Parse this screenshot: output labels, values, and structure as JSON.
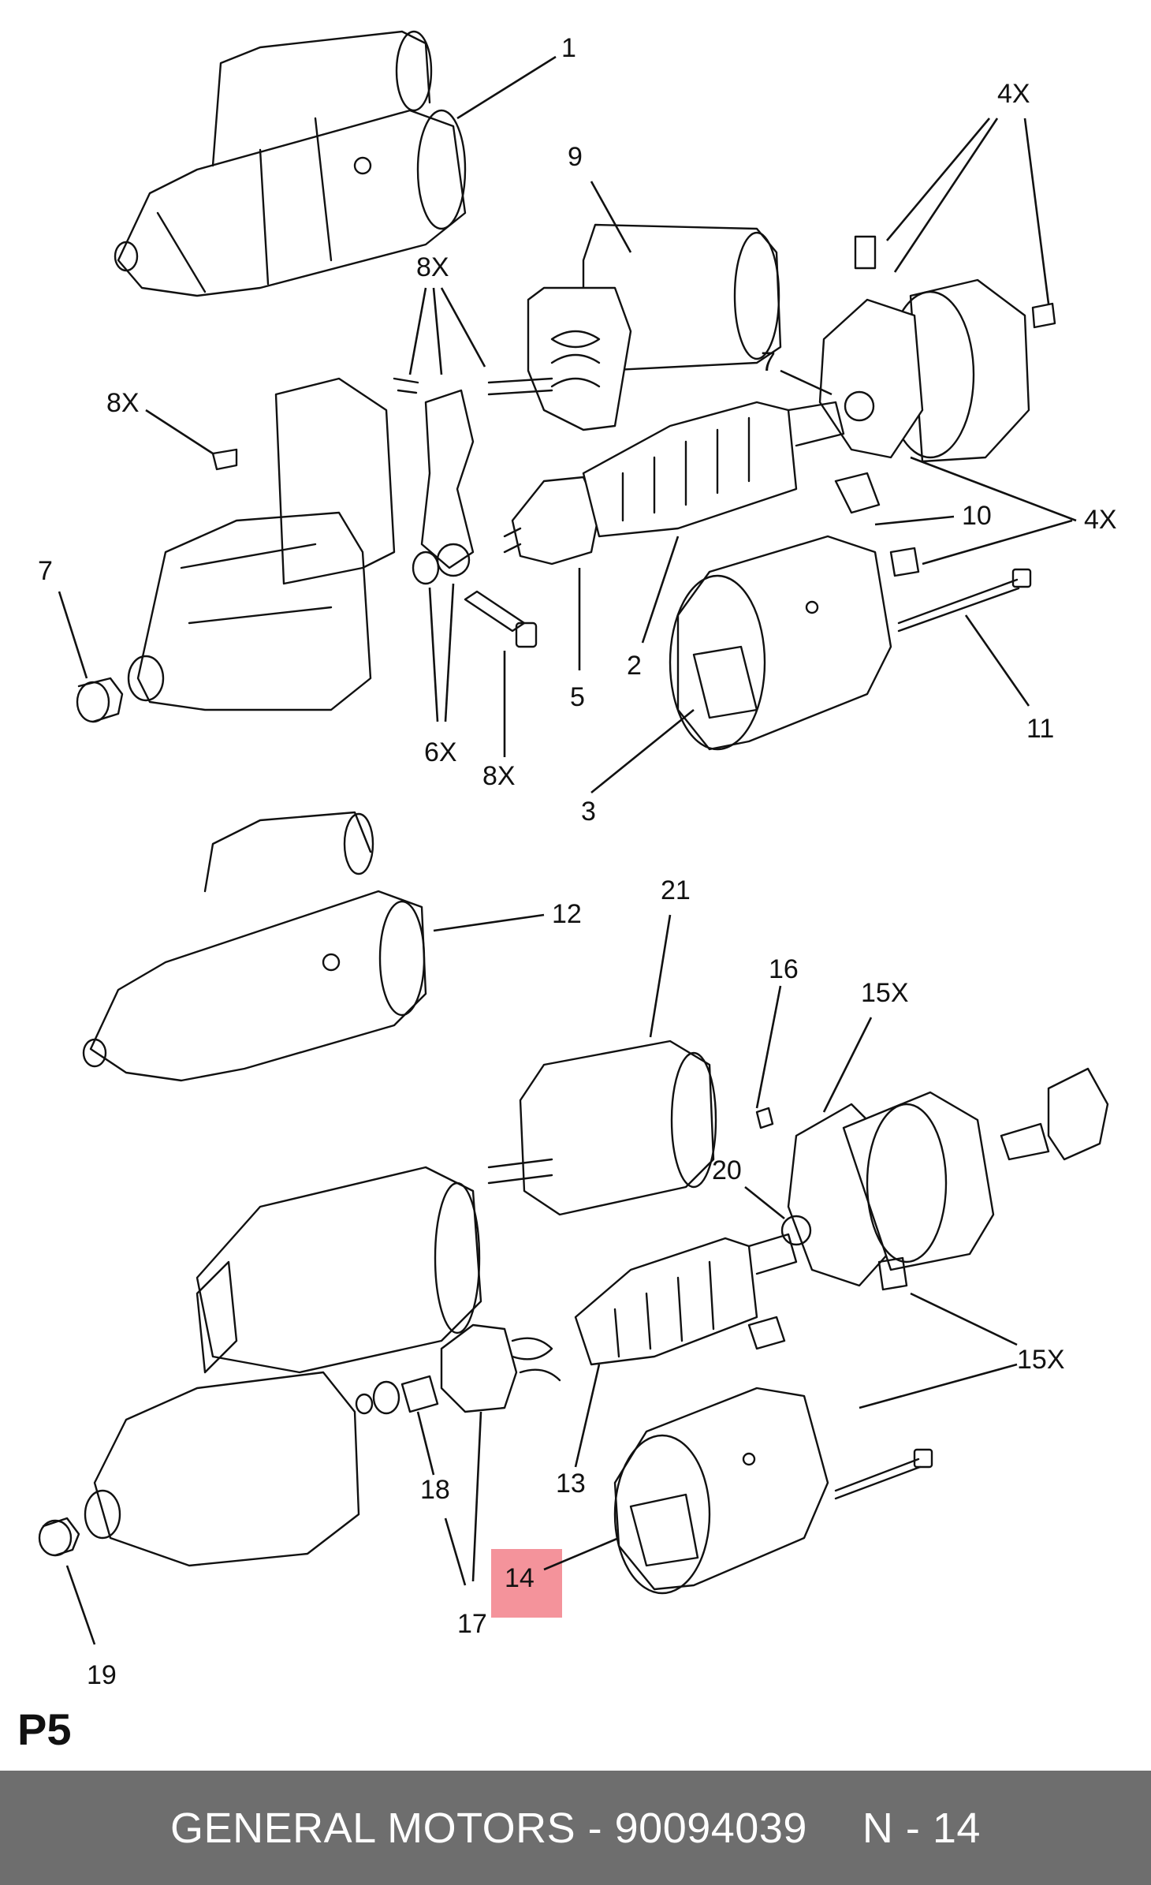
{
  "diagram": {
    "callouts": {
      "c1": "1",
      "c9": "9",
      "c4x_top": "4X",
      "c8x_top": "8X",
      "c8x_left": "8X",
      "c7_right": "7",
      "c10": "10",
      "c4x_right": "4X",
      "c7_left": "7",
      "c2": "2",
      "c5": "5",
      "c11": "11",
      "c6x": "6X",
      "c8x_bottom": "8X",
      "c3": "3",
      "c12": "12",
      "c21": "21",
      "c16": "16",
      "c15x_top": "15X",
      "c20": "20",
      "c15x_bottom": "15X",
      "c18": "18",
      "c13": "13",
      "c14": "14",
      "c17": "17",
      "c19": "19"
    },
    "highlighted_callout": "14",
    "highlight_color": "#f4939b"
  },
  "page_label": "P5",
  "footer": {
    "brand_part": "GENERAL MOTORS - 90094039",
    "position": "N - 14",
    "background": "#6e6e6e"
  }
}
